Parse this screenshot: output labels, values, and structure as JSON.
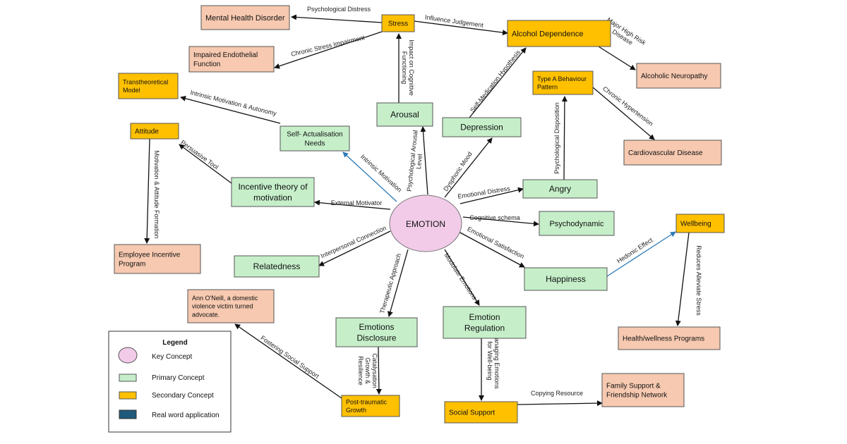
{
  "colors": {
    "key": "#f2cbe8",
    "primary": "#c6efc9",
    "secondary": "#ffc000",
    "application": "#f6c9b0",
    "legend_app_swatch": "#1f5a7a",
    "arrow": "#111111",
    "arrow_highlight": "#2e7bb6"
  },
  "nodes": {
    "emotion": "EMOTION",
    "stress": "Stress",
    "mental_health": "Mental Health Disorder",
    "impaired_endo": [
      "Impaired Endothelial",
      "Function"
    ],
    "transtheoretical": [
      "Transtheoretical",
      "Model"
    ],
    "attitude": "Attitude",
    "employee_program": [
      "Employee Incentive",
      "Program"
    ],
    "self_actualisation": [
      "Self- Actualisation",
      "Needs"
    ],
    "incentive_theory": [
      "Incentive theory of",
      "motivation"
    ],
    "relatedness": "Relatedness",
    "arousal": "Arousal",
    "depression": "Depression",
    "alcohol_dependence": "Alcohol Dependence",
    "alcoholic_neuropathy": "Alcoholic Neuropathy",
    "type_a": [
      "Type A Behaviour",
      "Pattern"
    ],
    "cardiovascular": "Cardiovascular Disease",
    "angry": "Angry",
    "psychodynamic": "Psychodynamic",
    "wellbeing": "Wellbeing",
    "happiness": "Happiness",
    "health_programs": "Health/wellness Programs",
    "ann_oneill": [
      "Ann O'Neill, a domestic",
      "violence victim turned",
      "advocate."
    ],
    "emotions_disclosure": [
      "Emotions",
      "Disclosure"
    ],
    "emotion_regulation": [
      "Emotion",
      "Regulation"
    ],
    "post_traumatic": [
      "Post-traumatic",
      "Growth"
    ],
    "social_support": "Social Support",
    "family_support": [
      "Family Support &",
      "Friendship Network"
    ]
  },
  "edges": {
    "psych_distress": "Psychological Distress",
    "influence_judgement": "Influence Judgement",
    "chronic_stress": "Chronic Stress Impairment",
    "impact_cognitive": [
      "Impact on Cognitive",
      "Functioning"
    ],
    "major_high_risk": [
      "Major High Risk",
      "Disease"
    ],
    "self_medication": "Self-Medication Hypothesis",
    "intrinsic_autonomy": "Intrinsic Motivation & Autonomy",
    "persuasive_tool": "Persuasive Tool",
    "motivation_attitude": "Motivation & Attitude Formation",
    "intrinsic_motivation": "Intrinsic Motivation",
    "psych_arousal": [
      "Psychological Arousal",
      "Level"
    ],
    "dysphoric_mood": "Dysphoric Mood",
    "psych_disposition": "Psychological Disposition",
    "chronic_hypertension": "Chronic Hypertension",
    "emotional_distress": "Emotional Distress",
    "external_motivator": "External Motivator",
    "cognitive_schema": "Cognitive schema",
    "interpersonal": "Interpersonal Connection",
    "emotional_satisfaction": "Emotional Satisfaction",
    "hedonic_effect": "Hedonic Effect",
    "reduces_stress": "Reduces Alleviate Stress",
    "therapeutic": "Therapeutic Approach",
    "modulate": "Modulate Emotions",
    "fostering": "Fostering Social Support",
    "catalysation": [
      "Catalysation",
      "Growth &",
      "Resilience"
    ],
    "managing": [
      "Managing Emotions",
      "for Well-being"
    ],
    "copying": "Copying Resource"
  },
  "legend": {
    "title": "Legend",
    "key": "Key Concept",
    "primary": "Primary Concept",
    "secondary": "Secondary Concept",
    "application": "Real word application"
  }
}
